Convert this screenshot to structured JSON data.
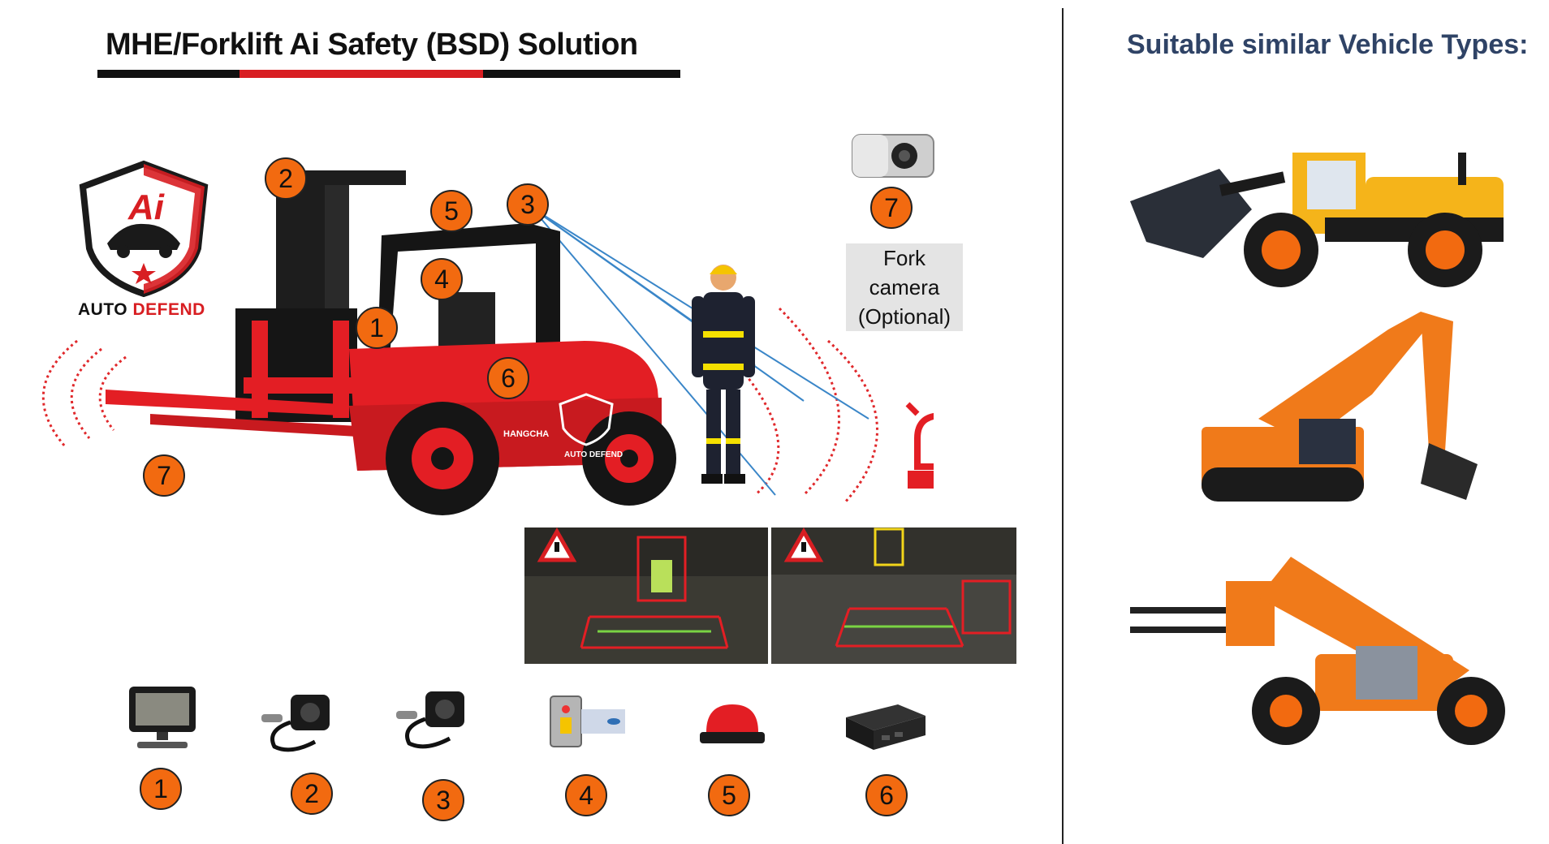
{
  "header": {
    "title": "MHE/Forklift Ai Safety (BSD) Solution",
    "right_title": "Suitable similar Vehicle Types:"
  },
  "logo": {
    "mark": "Ai",
    "brand_word1": "AUTO",
    "brand_word2": "DEFEND"
  },
  "forklift": {
    "brand_text": "HANGCHA",
    "decal_text": "AUTO DEFEND"
  },
  "fork_camera": {
    "line1": "Fork camera",
    "line2": "(Optional)"
  },
  "callouts": {
    "on_forklift": [
      "1",
      "2",
      "3",
      "4",
      "5",
      "6",
      "7"
    ],
    "fork_camera": "7"
  },
  "products": [
    {
      "number": "1",
      "icon": "monitor-icon"
    },
    {
      "number": "2",
      "icon": "camera-icon"
    },
    {
      "number": "3",
      "icon": "camera-icon"
    },
    {
      "number": "4",
      "icon": "pedestrian-sensor-icon"
    },
    {
      "number": "5",
      "icon": "beacon-light-icon"
    },
    {
      "number": "6",
      "icon": "mdvr-recorder-icon"
    }
  ],
  "vehicles": [
    {
      "icon": "wheel-loader-icon"
    },
    {
      "icon": "excavator-icon"
    },
    {
      "icon": "telehandler-icon"
    }
  ],
  "colors": {
    "accent_orange": "#f26a10",
    "brand_red": "#d81e22",
    "title_navy": "#2f4366",
    "machine_orange": "#f07a1a",
    "loader_yellow": "#f5b41a"
  }
}
